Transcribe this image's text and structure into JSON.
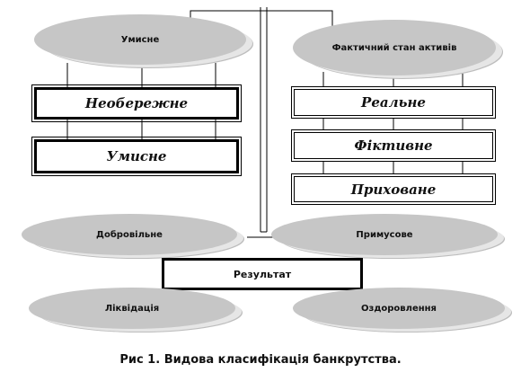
{
  "nodes": {
    "intent_top": "Умисне",
    "actual_state": "Фактичний стан активів",
    "careless": "Необережне",
    "intentional": "Умисне",
    "real": "Реальне",
    "fictitious": "Фіктивне",
    "hidden": "Приховане",
    "voluntary": "Добровільне",
    "forced": "Примусове",
    "result": "Результат",
    "liquidation": "Ліквідація",
    "recovery": "Оздоровлення"
  },
  "caption": "Рис 1. Видова класифікація банкрутства."
}
